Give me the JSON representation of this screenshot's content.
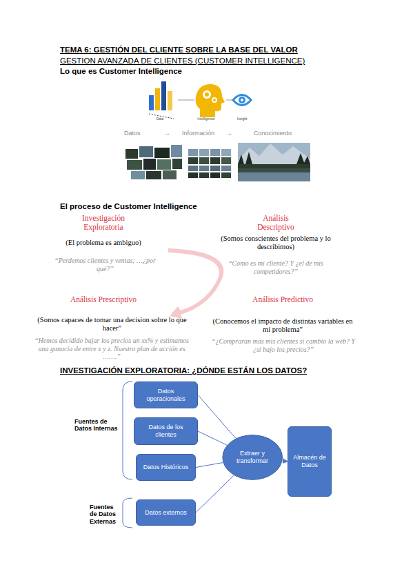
{
  "diagram": {
    "title": "TEMA 6: GESTIÓN DEL CLIENTE SOBRE LA BASE DEL VALOR",
    "nodes": [
      {
        "text": [
          "Datos operacionales"
        ]
      },
      {
        "text": [
          "Datos de los clientes"
        ]
      },
      {
        "text": [
          "Datos Históricos"
        ]
      },
      {
        "text": [
          "Datos externos"
        ]
      },
      {
        "text": [
          "Extraer y transformar"
        ]
      },
      {
        "text": [
          "Almacén de Datos"
        ]
      }
    ],
    "edges": [
      {
        "from": 0,
        "to": 4,
        "arrow": "none"
      },
      {
        "from": 1,
        "to": 4,
        "arrow": "none"
      },
      {
        "from": 2,
        "to": 4,
        "arrow": "none"
      },
      {
        "from": 3,
        "to": 4,
        "arrow": "none"
      },
      {
        "from": 4,
        "to": 5,
        "arrow": "to"
      }
    ],
    "labels": [
      "GESTION AVANZADA DE CLIENTES (CUSTOMER INTELLIGENCE)",
      "Lo que es Customer Intelligence",
      "Data",
      "Intelligence",
      "Insight",
      "Datos",
      "→",
      "Información",
      "→",
      "Conocimiento",
      "El proceso de Customer Intelligence",
      "Investigación Exploratoria",
      "(El problema es ambiguo)",
      "“Perdemos clientes y ventas; …¿por qué?”",
      "Análisis Descriptivo",
      "(Somos conscientes del problema y lo describimos)",
      "“Como es mi cliente? Y ¿el de mis competidores?”",
      "Análisis Prescriptivo",
      "(Somos capaces de tomar una decision sobre lo que hacer”",
      "“Hemos decidido bajar los precios un xx% y estimamos una ganacia de entre x y z. Nuestro plan de acción es …….”",
      "Análisis Predictivo",
      "(Conocemos el impacto de distintas variables en mi problema”",
      "“¿Compraran más mis clientes si cambio la web? Y ¿si bajo los precios?”",
      "INVESTIGACIÓN EXPLORATORIA: ¿DÓNDE ESTÁN LOS DATOS?",
      "Fuentes de Datos Internas",
      "Fuentes de Datos Externas"
    ]
  }
}
